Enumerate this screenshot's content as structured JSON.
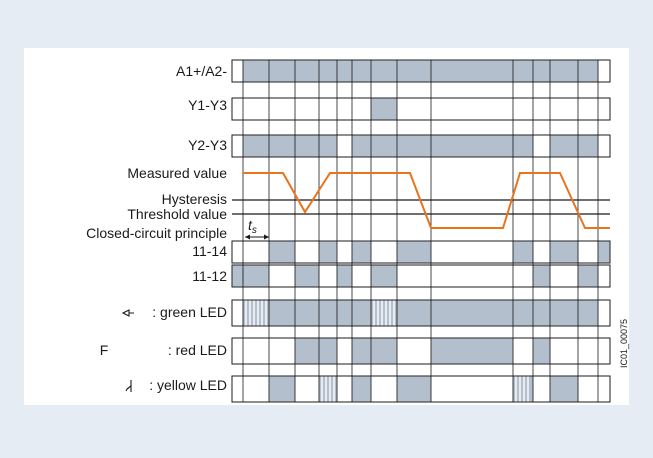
{
  "colors": {
    "background": "#e6ecf3",
    "panel": "#ffffff",
    "bar": "#b3bfcd",
    "bar_border": "#7f8c9b",
    "measured_curve": "#e8741e",
    "line": "#1a1a1a"
  },
  "signals": {
    "a1a2": {
      "label": "A1+/A2-"
    },
    "y1y3": {
      "label": "Y1-Y3"
    },
    "y2y3": {
      "label": "Y2-Y3"
    },
    "measured": {
      "label": "Measured value"
    },
    "hysteresis": {
      "label": "Hysteresis"
    },
    "threshold": {
      "label": "Threshold value"
    },
    "closed_circuit": {
      "label": "Closed-circuit principle"
    },
    "contact_1114": {
      "label": "11-14"
    },
    "contact_1112": {
      "label": "11-12"
    },
    "green_led": {
      "label": ": green LED",
      "icon": "power-plug-icon"
    },
    "red_led": {
      "label": ": red LED",
      "prefix": "F"
    },
    "yellow_led": {
      "label": ": yellow LED",
      "icon": "relay-contact-icon"
    }
  },
  "time_label": {
    "main": "t",
    "sub": "s"
  },
  "figure_id": "IC01_00075"
}
